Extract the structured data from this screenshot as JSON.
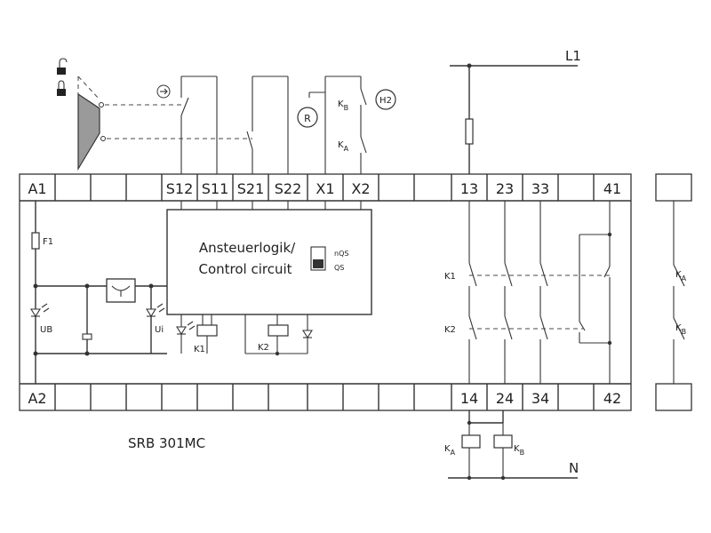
{
  "model": "SRB 301MC",
  "control_box": {
    "line1": "Ansteuerlogik/",
    "line2": "Control circuit",
    "switch_top": "nQS",
    "switch_bottom": "QS"
  },
  "top_terminals": [
    "A1",
    "S12",
    "S11",
    "S21",
    "S22",
    "X1",
    "X2",
    "13",
    "23",
    "33",
    "41"
  ],
  "bottom_terminals": [
    "A2",
    "14",
    "24",
    "34",
    "42"
  ],
  "supply": {
    "line": "L1",
    "neutral": "N"
  },
  "labels": {
    "fuse": "F1",
    "ub": "UB",
    "ui": "Ui",
    "k1": "K1",
    "k2": "K2",
    "reset": "R",
    "lamp": "H2",
    "ka_main": "K",
    "ka_sub": "A",
    "kb_main": "K",
    "kb_sub": "B"
  },
  "colors": {
    "line": "#333333",
    "actuator": "#9a9a9a",
    "background": "#ffffff"
  }
}
